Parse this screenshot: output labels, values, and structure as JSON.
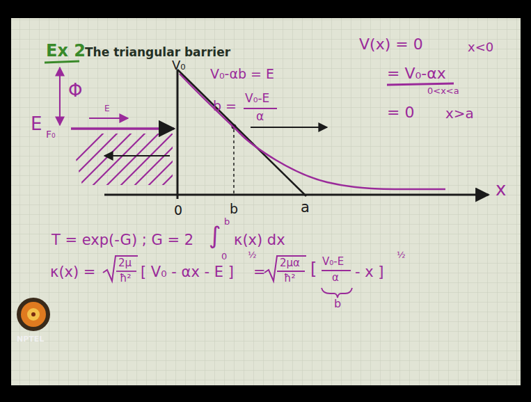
{
  "diagram": {
    "title": "The triangular barrier",
    "labels": [
      "Ex 2",
      "V₀",
      "V₀-αb = E",
      "b =",
      "V₀-E",
      "α",
      "V(x) = 0",
      "x<0",
      "= V₀-αx",
      "0<x<a",
      "= 0",
      "x>a",
      "Φ",
      "E",
      "E",
      "F₀",
      "x",
      "0",
      "b",
      "a",
      "T = exp(-G) ;  G = 2",
      "∫",
      "b",
      "0",
      "κ(x) dx",
      "κ(x) =",
      "2μ",
      "ħ²",
      "[ V₀ - αx - E ]",
      "½",
      "=",
      "2μα",
      "ħ²",
      "[",
      "V₀-E",
      "α",
      "- x ]",
      "½",
      "b",
      "NPTEL"
    ]
  }
}
